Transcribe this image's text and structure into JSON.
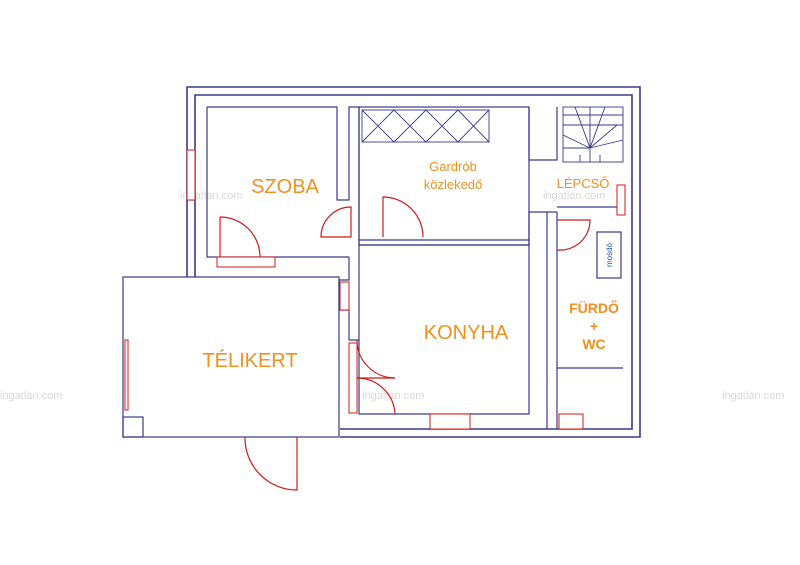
{
  "rooms": {
    "szoba": "SZOBA",
    "gardrob_line1": "Gardrób",
    "gardrob_line2": "közlekedő",
    "lepcso": "LÉPCSŐ",
    "telikert": "TÉLIKERT",
    "konyha": "KONYHA",
    "furdo_line1": "FÜRDŐ",
    "furdo_line2": "+",
    "furdo_line3": "WC",
    "mosdo": "mosdó"
  },
  "watermark": "ingatlan.com",
  "colors": {
    "wall": "#3a3a8c",
    "door": "#d11a1a",
    "label": "#f0901e"
  }
}
